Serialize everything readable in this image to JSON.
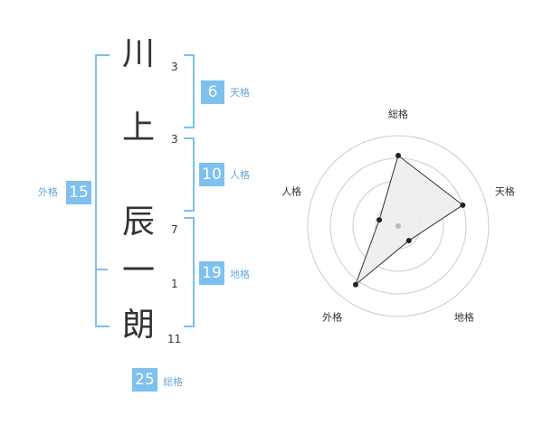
{
  "name": {
    "chars": [
      {
        "char": "川",
        "strokes": "3"
      },
      {
        "char": "上",
        "strokes": "3"
      },
      {
        "char": "辰",
        "strokes": "7"
      },
      {
        "char": "一",
        "strokes": "1"
      },
      {
        "char": "朗",
        "strokes": "11"
      }
    ]
  },
  "fortunes": {
    "tenkaku": {
      "value": "6",
      "label": "天格"
    },
    "jinkaku": {
      "value": "10",
      "label": "人格"
    },
    "chikaku": {
      "value": "19",
      "label": "地格"
    },
    "gaikaku": {
      "value": "15",
      "label": "外格"
    },
    "soukaku": {
      "value": "25",
      "label": "総格"
    }
  },
  "radar": {
    "axes": [
      "総格",
      "天格",
      "地格",
      "外格",
      "人格"
    ],
    "values": [
      0.78,
      0.75,
      0.2,
      0.8,
      0.22
    ],
    "rings": 4,
    "colors": {
      "grid": "#cccccc",
      "fill": "#ededed",
      "line": "#333333",
      "dot": "#222222",
      "center": "#bbbbbb"
    }
  }
}
